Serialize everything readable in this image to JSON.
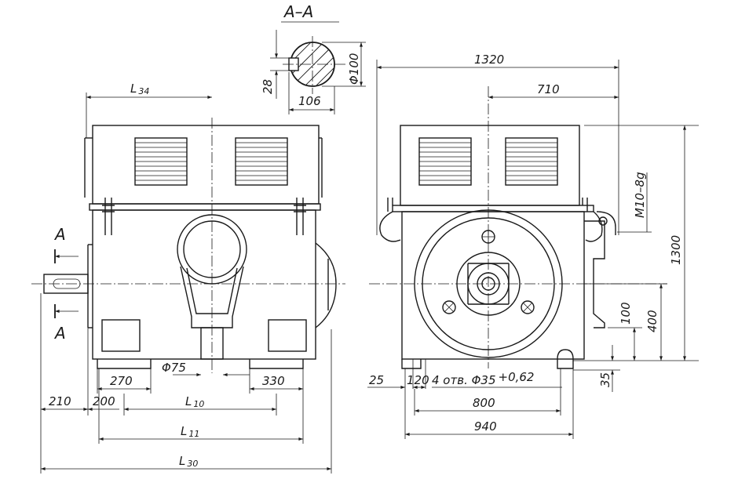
{
  "section_view": {
    "title": "A–A",
    "dims": {
      "shaft_diameter": "Φ100",
      "key_depth": "28",
      "key_width": "106"
    }
  },
  "front_view": {
    "section_marker_top": "A",
    "section_marker_bottom": "A",
    "dims": {
      "l34_main": "L",
      "l34_sub": "34",
      "shaft_dia": "Φ75",
      "foot_270": "270",
      "foot_330": "330",
      "shaft_210": "210",
      "dist_200": "200",
      "l10_main": "L",
      "l10_sub": "10",
      "l11_main": "L",
      "l11_sub": "11",
      "l30_main": "L",
      "l30_sub": "30"
    }
  },
  "side_view": {
    "dims": {
      "width_1320": "1320",
      "offset_710": "710",
      "thread": "M10–8g",
      "height_1300": "1300",
      "height_400": "400",
      "height_100": "100",
      "height_35": "35",
      "base_25": "25",
      "base_120": "120",
      "holes": "4 отв. Φ35",
      "holes_tol": "+0,62",
      "base_800": "800",
      "base_940": "940"
    }
  }
}
